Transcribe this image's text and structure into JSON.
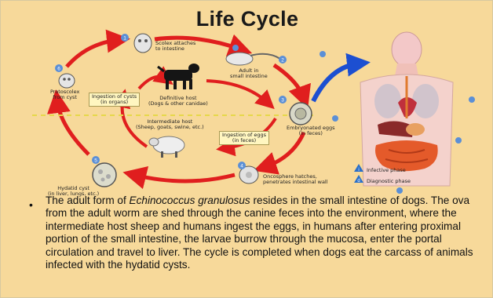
{
  "title": "Life Cycle",
  "diagram": {
    "labels": {
      "scolex_attaches": "Scolex attaches\nto intestine",
      "adult_in_intestine": "Adult in\nsmall intestine",
      "protoscolex": "Protoscolex\nfrom cyst",
      "ingestion_cysts": "Ingestion of cysts\n(in organs)",
      "definitive_host": "Definitive host\n(Dogs & other canidae)",
      "intermediate_host": "Intermediate host\n(Sheep, goats, swine, etc.)",
      "ingestion_eggs": "Ingestion of eggs\n(in feces)",
      "embryonated_eggs": "Embryonated eggs\n(in feces)",
      "oncosphere": "Oncosphere hatches,\npenetrates intestinal wall",
      "hydatid_cyst": "Hydatid cyst\n(in liver, lungs, etc.)"
    },
    "stage_numbers": [
      "1",
      "2",
      "3",
      "4",
      "5",
      "6"
    ],
    "legend": {
      "infective_marker": "i",
      "infective": "Infective phase",
      "diagnostic_marker": "d",
      "diagnostic": "Diagnostic phase"
    },
    "colors": {
      "cycle_arrow": "#e01e1e",
      "human_arrow": "#1c4fd1",
      "dashed_divider": "#e6d84a",
      "stage_badge": "#5b8fd6"
    }
  },
  "body_text": {
    "bullet": "•",
    "part1": "The adult form of ",
    "species": "Echinococcus granulosus",
    "part2": " resides in the small intestine of dogs. The ova from the adult worm are shed through the canine feces into the environment, where the intermediate host sheep and humans ingest the eggs, in humans after entering proximal portion of the small intestine, the larvae burrow through the mucosa, enter the portal circulation and travel to liver. The cycle is completed when dogs eat the carcass of animals infected with the hydatid cysts."
  }
}
